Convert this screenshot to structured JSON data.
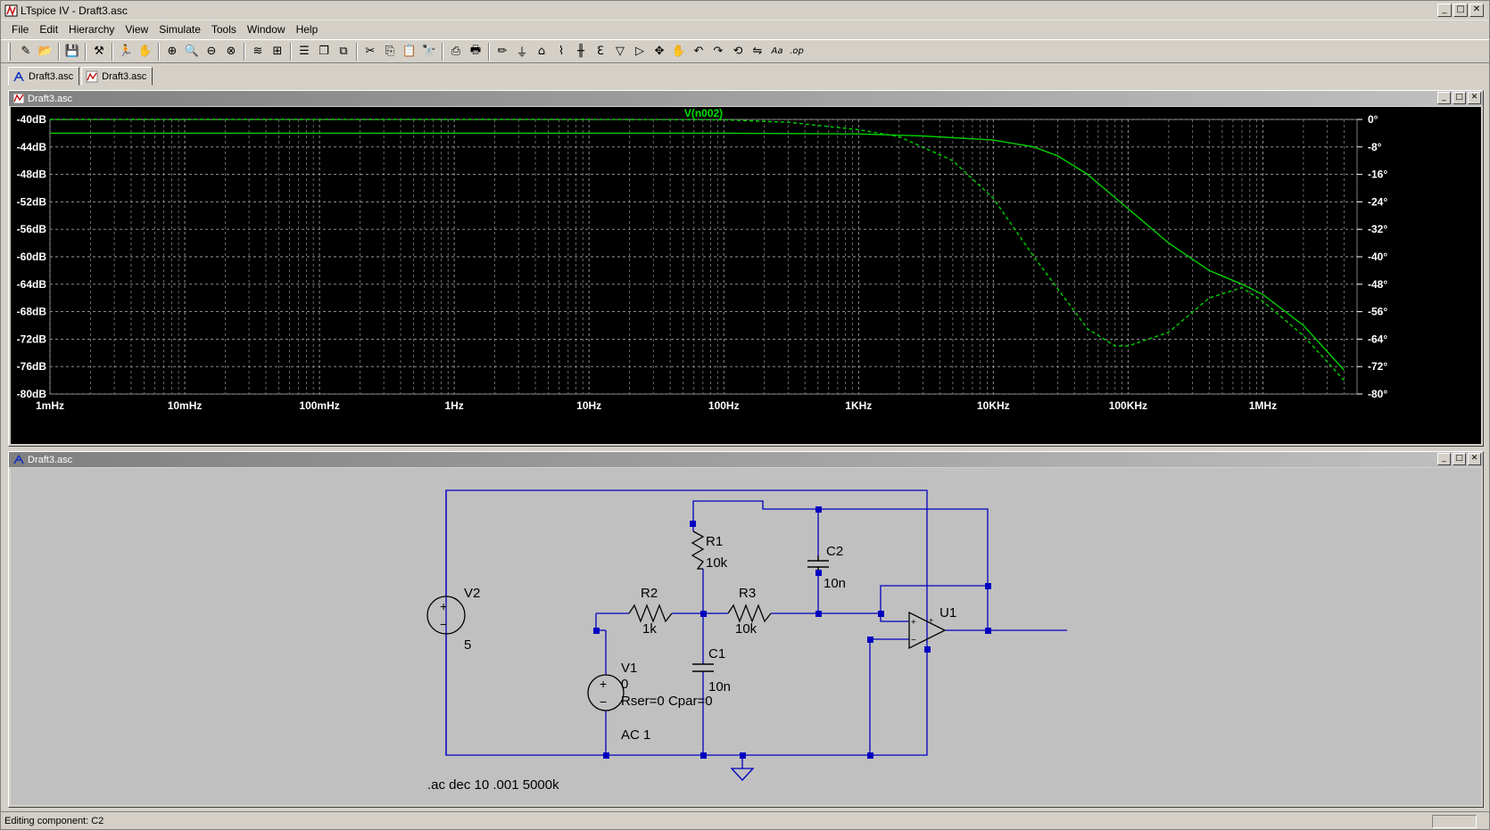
{
  "window": {
    "title": "LTspice IV - Draft3.asc",
    "minimize": "_",
    "restore": "□",
    "close": "✕"
  },
  "menu": [
    {
      "label": "File"
    },
    {
      "label": "Edit"
    },
    {
      "label": "Hierarchy"
    },
    {
      "label": "View"
    },
    {
      "label": "Simulate"
    },
    {
      "label": "Tools"
    },
    {
      "label": "Window"
    },
    {
      "label": "Help"
    }
  ],
  "toolbar": [
    {
      "icon": "open-schematic-icon",
      "glyph": "✎"
    },
    {
      "icon": "open-folder-icon",
      "glyph": "📂"
    },
    {
      "sep": true
    },
    {
      "icon": "save-icon",
      "glyph": "💾"
    },
    {
      "sep": true
    },
    {
      "icon": "control-panel-icon",
      "glyph": "⚒"
    },
    {
      "sep": true
    },
    {
      "icon": "run-icon",
      "glyph": "🏃"
    },
    {
      "icon": "halt-icon",
      "glyph": "✋"
    },
    {
      "sep": true
    },
    {
      "icon": "zoom-in-icon",
      "glyph": "⊕"
    },
    {
      "icon": "pan-icon",
      "glyph": "🔍"
    },
    {
      "icon": "zoom-out-icon",
      "glyph": "⊖"
    },
    {
      "icon": "zoom-fit-icon",
      "glyph": "⊗"
    },
    {
      "sep": true
    },
    {
      "icon": "autorange-icon",
      "glyph": "≋"
    },
    {
      "icon": "delete-traces-icon",
      "glyph": "⊞"
    },
    {
      "sep": true
    },
    {
      "icon": "tile-horizontal-icon",
      "glyph": "☰"
    },
    {
      "icon": "cascade-icon",
      "glyph": "❐"
    },
    {
      "icon": "tile-vertical-icon",
      "glyph": "⧉"
    },
    {
      "sep": true
    },
    {
      "icon": "cut-icon",
      "glyph": "✂"
    },
    {
      "icon": "copy-icon",
      "glyph": "⎘"
    },
    {
      "icon": "paste-icon",
      "glyph": "📋"
    },
    {
      "icon": "find-icon",
      "glyph": "🔭"
    },
    {
      "sep": true
    },
    {
      "icon": "print-setup-icon",
      "glyph": "⎙"
    },
    {
      "icon": "print-icon",
      "glyph": "🖶"
    },
    {
      "sep": true
    },
    {
      "icon": "draw-wire-icon",
      "glyph": "✏"
    },
    {
      "icon": "ground-icon",
      "glyph": "⏚"
    },
    {
      "icon": "label-net-icon",
      "glyph": "⌂"
    },
    {
      "icon": "resistor-icon",
      "glyph": "⌇"
    },
    {
      "icon": "capacitor-icon",
      "glyph": "╫"
    },
    {
      "icon": "inductor-icon",
      "glyph": "ℇ"
    },
    {
      "icon": "diode-icon",
      "glyph": "▽"
    },
    {
      "icon": "component-icon",
      "glyph": "▷"
    },
    {
      "icon": "move-icon",
      "glyph": "✥"
    },
    {
      "icon": "drag-icon",
      "glyph": "✋"
    },
    {
      "icon": "undo-icon",
      "glyph": "↶"
    },
    {
      "icon": "redo-icon",
      "glyph": "↷"
    },
    {
      "icon": "rotate-icon",
      "glyph": "⟲"
    },
    {
      "icon": "mirror-icon",
      "glyph": "⇋"
    },
    {
      "icon": "text-icon",
      "glyph": "Aa"
    },
    {
      "icon": "spice-directive-icon",
      "glyph": ".op"
    }
  ],
  "tabs": [
    {
      "label": "Draft3.asc",
      "icon": "schematic-icon"
    },
    {
      "label": "Draft3.asc",
      "icon": "waveform-icon"
    }
  ],
  "plot_window": {
    "title": "Draft3.asc"
  },
  "schematic_window": {
    "title": "Draft3.asc"
  },
  "chart_data": {
    "type": "line",
    "title": "V(n002)",
    "xscale": "log",
    "xlim": [
      0.001,
      5000000
    ],
    "x_ticks": [
      0.001,
      0.01,
      0.1,
      1,
      10,
      100,
      1000,
      10000,
      100000,
      1000000
    ],
    "x_tick_labels": [
      "1mHz",
      "10mHz",
      "100mHz",
      "1Hz",
      "10Hz",
      "100Hz",
      "1KHz",
      "10KHz",
      "100KHz",
      "1MHz"
    ],
    "ylim": [
      -80,
      -40
    ],
    "y_ticks": [
      -40,
      -44,
      -48,
      -52,
      -56,
      -60,
      -64,
      -68,
      -72,
      -76,
      -80
    ],
    "y_tick_labels": [
      "-40dB",
      "-44dB",
      "-48dB",
      "-52dB",
      "-56dB",
      "-60dB",
      "-64dB",
      "-68dB",
      "-72dB",
      "-76dB",
      "-80dB"
    ],
    "y2lim": [
      -80,
      0
    ],
    "y2_ticks": [
      0,
      -8,
      -16,
      -24,
      -32,
      -40,
      -48,
      -56,
      -64,
      -72,
      -80
    ],
    "y2_tick_labels": [
      "0°",
      "-8°",
      "-16°",
      "-24°",
      "-32°",
      "-40°",
      "-48°",
      "-56°",
      "-64°",
      "-72°",
      "-80°"
    ],
    "grid": true,
    "series": [
      {
        "name": "V(n002)",
        "style": "solid",
        "axis": "left",
        "color": "#00d000",
        "x": [
          0.001,
          100,
          1000,
          3000,
          10000,
          20000,
          30000,
          50000,
          100000,
          200000,
          400000,
          700000,
          1000000,
          2000000,
          4000000
        ],
        "y": [
          -42,
          -42,
          -42.1,
          -42.4,
          -43,
          -44,
          -45.3,
          -48,
          -53,
          -58,
          -62,
          -64,
          -65.5,
          -70,
          -76.5
        ]
      },
      {
        "name": "",
        "style": "dashed",
        "axis": "right",
        "color": "#00d000",
        "x": [
          0.001,
          10,
          100,
          300,
          1000,
          2000,
          5000,
          10000,
          20000,
          50000,
          80000,
          100000,
          200000,
          400000,
          700000,
          1000000,
          2000000,
          4000000
        ],
        "y": [
          0,
          0,
          -0.1,
          -0.8,
          -3,
          -5,
          -12,
          -23,
          -40,
          -61,
          -66,
          -66,
          -62,
          -52,
          -49,
          -53,
          -63,
          -76
        ]
      }
    ]
  },
  "schematic": {
    "components": [
      {
        "id": "R1",
        "ref": "R1",
        "value": "10k"
      },
      {
        "id": "R2",
        "ref": "R2",
        "value": "1k"
      },
      {
        "id": "R3",
        "ref": "R3",
        "value": "10k"
      },
      {
        "id": "C1",
        "ref": "C1",
        "value": "10n"
      },
      {
        "id": "C2",
        "ref": "C2",
        "value": "10n"
      },
      {
        "id": "V1",
        "ref": "V1",
        "value": "0",
        "extra": "Rser=0 Cpar=0",
        "ac": "AC 1"
      },
      {
        "id": "V2",
        "ref": "V2",
        "value": "5"
      },
      {
        "id": "U1",
        "ref": "U1"
      }
    ],
    "plus": "+",
    "minus": "−",
    "directive": ".ac dec 10 .001 5000k"
  },
  "status": {
    "text": "Editing component: C2"
  }
}
